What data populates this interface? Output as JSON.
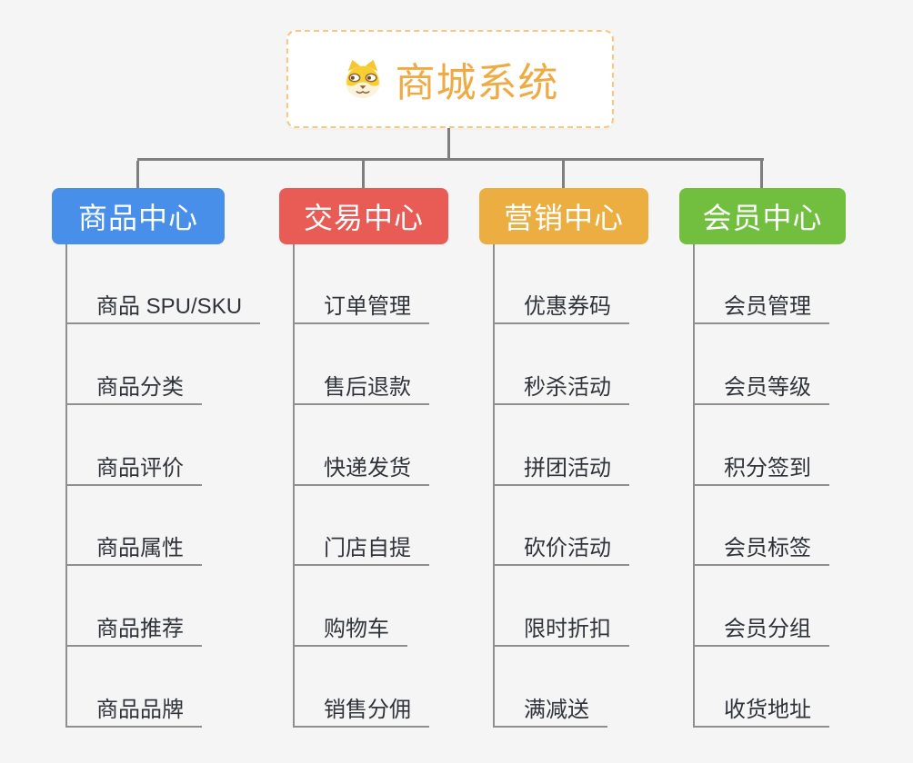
{
  "root": {
    "title": "商城系统",
    "icon": "dog-face-icon",
    "title_color": "#EFAB43",
    "border_color": "#F7C87E"
  },
  "branches": [
    {
      "label": "商品中心",
      "color": "#478FE8",
      "children": [
        "商品 SPU/SKU",
        "商品分类",
        "商品评价",
        "商品属性",
        "商品推荐",
        "商品品牌"
      ]
    },
    {
      "label": "交易中心",
      "color": "#E95B55",
      "children": [
        "订单管理",
        "售后退款",
        "快递发货",
        "门店自提",
        "购物车",
        "销售分佣"
      ]
    },
    {
      "label": "营销中心",
      "color": "#ECAE40",
      "children": [
        "优惠券码",
        "秒杀活动",
        "拼团活动",
        "砍价活动",
        "限时折扣",
        "满减送"
      ]
    },
    {
      "label": "会员中心",
      "color": "#72BF40",
      "children": [
        "会员管理",
        "会员等级",
        "积分签到",
        "会员标签",
        "会员分组",
        "收货地址"
      ]
    }
  ],
  "colors": {
    "background": "#F5F5F5",
    "connector": "#7F7F7F",
    "leaf_line": "#8F8F8F",
    "leaf_text": "#30343A"
  }
}
